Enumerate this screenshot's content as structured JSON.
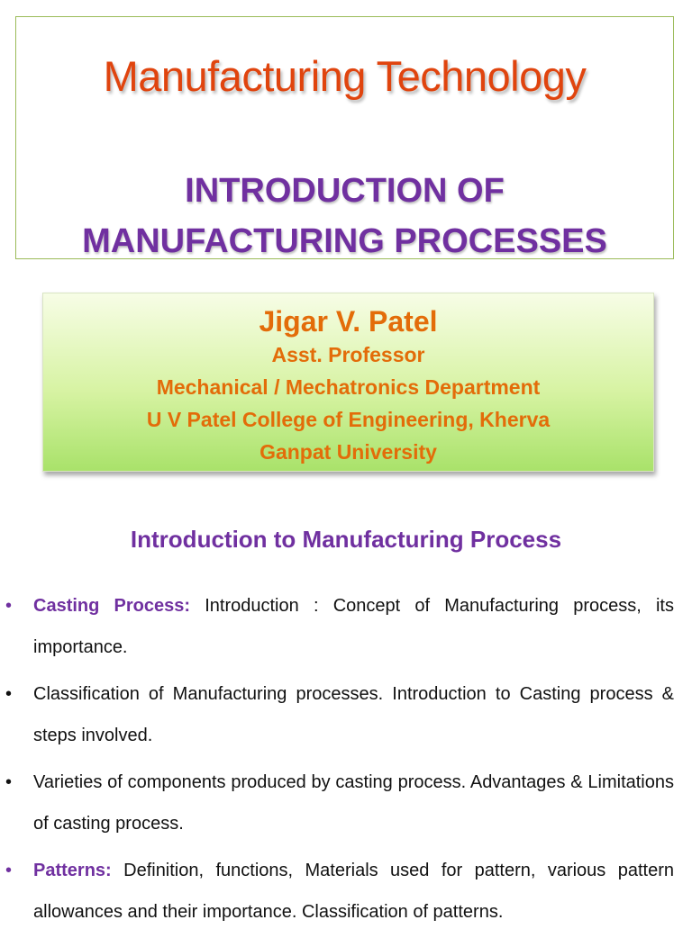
{
  "title_box": {
    "title": "Manufacturing Technology",
    "subtitle_line1": "INTRODUCTION OF",
    "subtitle_line2": "MANUFACTURING PROCESSES"
  },
  "author": {
    "name": "Jigar V. Patel",
    "designation": "Asst. Professor",
    "department": "Mechanical / Mechatronics Department",
    "college": "U V Patel College of Engineering, Kherva",
    "university": "Ganpat University"
  },
  "section_heading": "Introduction to Manufacturing Process",
  "bullets": [
    {
      "label": "Casting Process:",
      "text": " Introduction : Concept of Manufacturing process, its importance."
    },
    {
      "label": "",
      "text": "Classification of Manufacturing processes. Introduction to Casting process & steps involved."
    },
    {
      "label": "",
      "text": "Varieties of components produced by casting process. Advantages & Limitations of casting process."
    },
    {
      "label": "Patterns:",
      "text": " Definition, functions, Materials used for pattern, various pattern allowances and their importance. Classification of patterns."
    }
  ],
  "colors": {
    "title": "#e0440e",
    "subtitle": "#7030a0",
    "author_text": "#e36c09",
    "box_border": "#9bbb59",
    "bullet_label": "#7030a0"
  }
}
